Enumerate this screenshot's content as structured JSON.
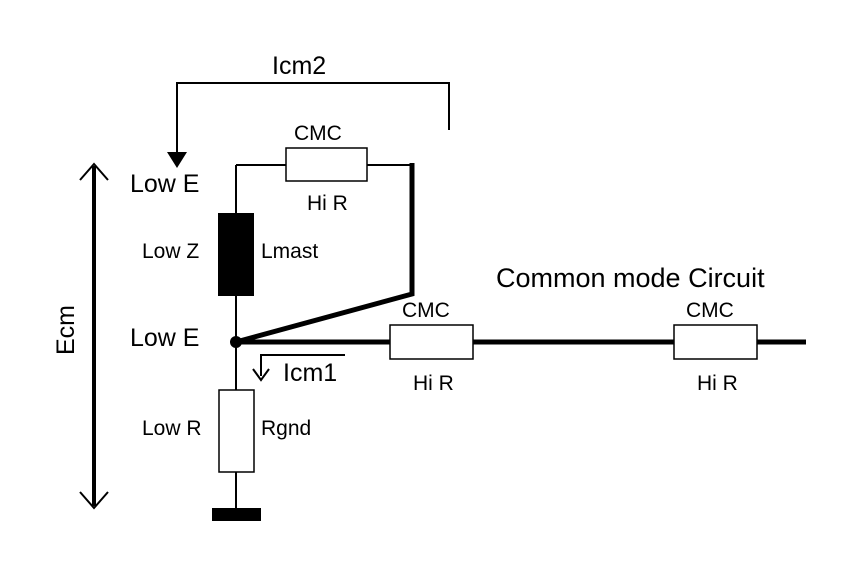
{
  "labels": {
    "icm2": "Icm2",
    "low_e_top": "Low E",
    "low_e_mid": "Low E",
    "low_z": "Low Z",
    "lmast": "Lmast",
    "ecm": "Ecm",
    "icm1": "Icm1",
    "low_r": "Low R",
    "rgnd": "Rgnd",
    "common_mode_circuit": "Common mode Circuit"
  },
  "components": {
    "cmc_top": {
      "name": "CMC",
      "value": "Hi R"
    },
    "cmc_mid": {
      "name": "CMC",
      "value": "Hi R"
    },
    "cmc_right": {
      "name": "CMC",
      "value": "Hi R"
    }
  },
  "colors": {
    "ink": "#000000",
    "background": "#ffffff"
  }
}
